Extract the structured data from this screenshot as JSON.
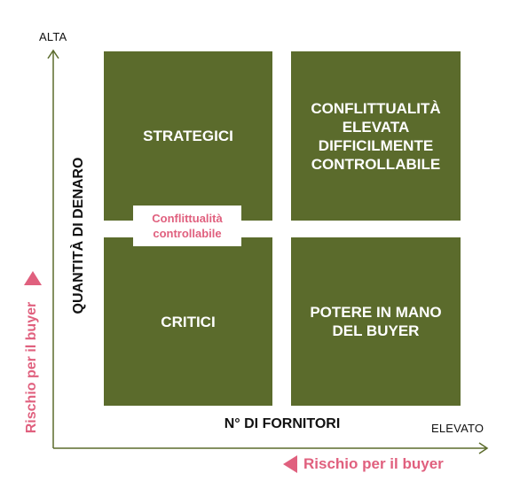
{
  "colors": {
    "quadrant": "#5b6b2c",
    "accent": "#e0607e",
    "axis": "#5b6b2c"
  },
  "axes": {
    "y_top_label": "ALTA",
    "x_right_label": "ELEVATO",
    "y_title": "QUANTITÀ DI DENARO",
    "x_title": "N° DI FORNITORI"
  },
  "quadrants": {
    "top_left": "STRATEGICI",
    "top_right": "CONFLITTUALITÀ\nELEVATA\nDIFFICILMENTE\nCONTROLLABILE",
    "bottom_left": "CRITICI",
    "bottom_right": "POTERE IN MANO\nDEL BUYER"
  },
  "center_badge": "Conflittualità\ncontrollabile",
  "risk": {
    "vertical_label": "Rischio per il buyer",
    "horizontal_label": "Rischio per il buyer"
  }
}
